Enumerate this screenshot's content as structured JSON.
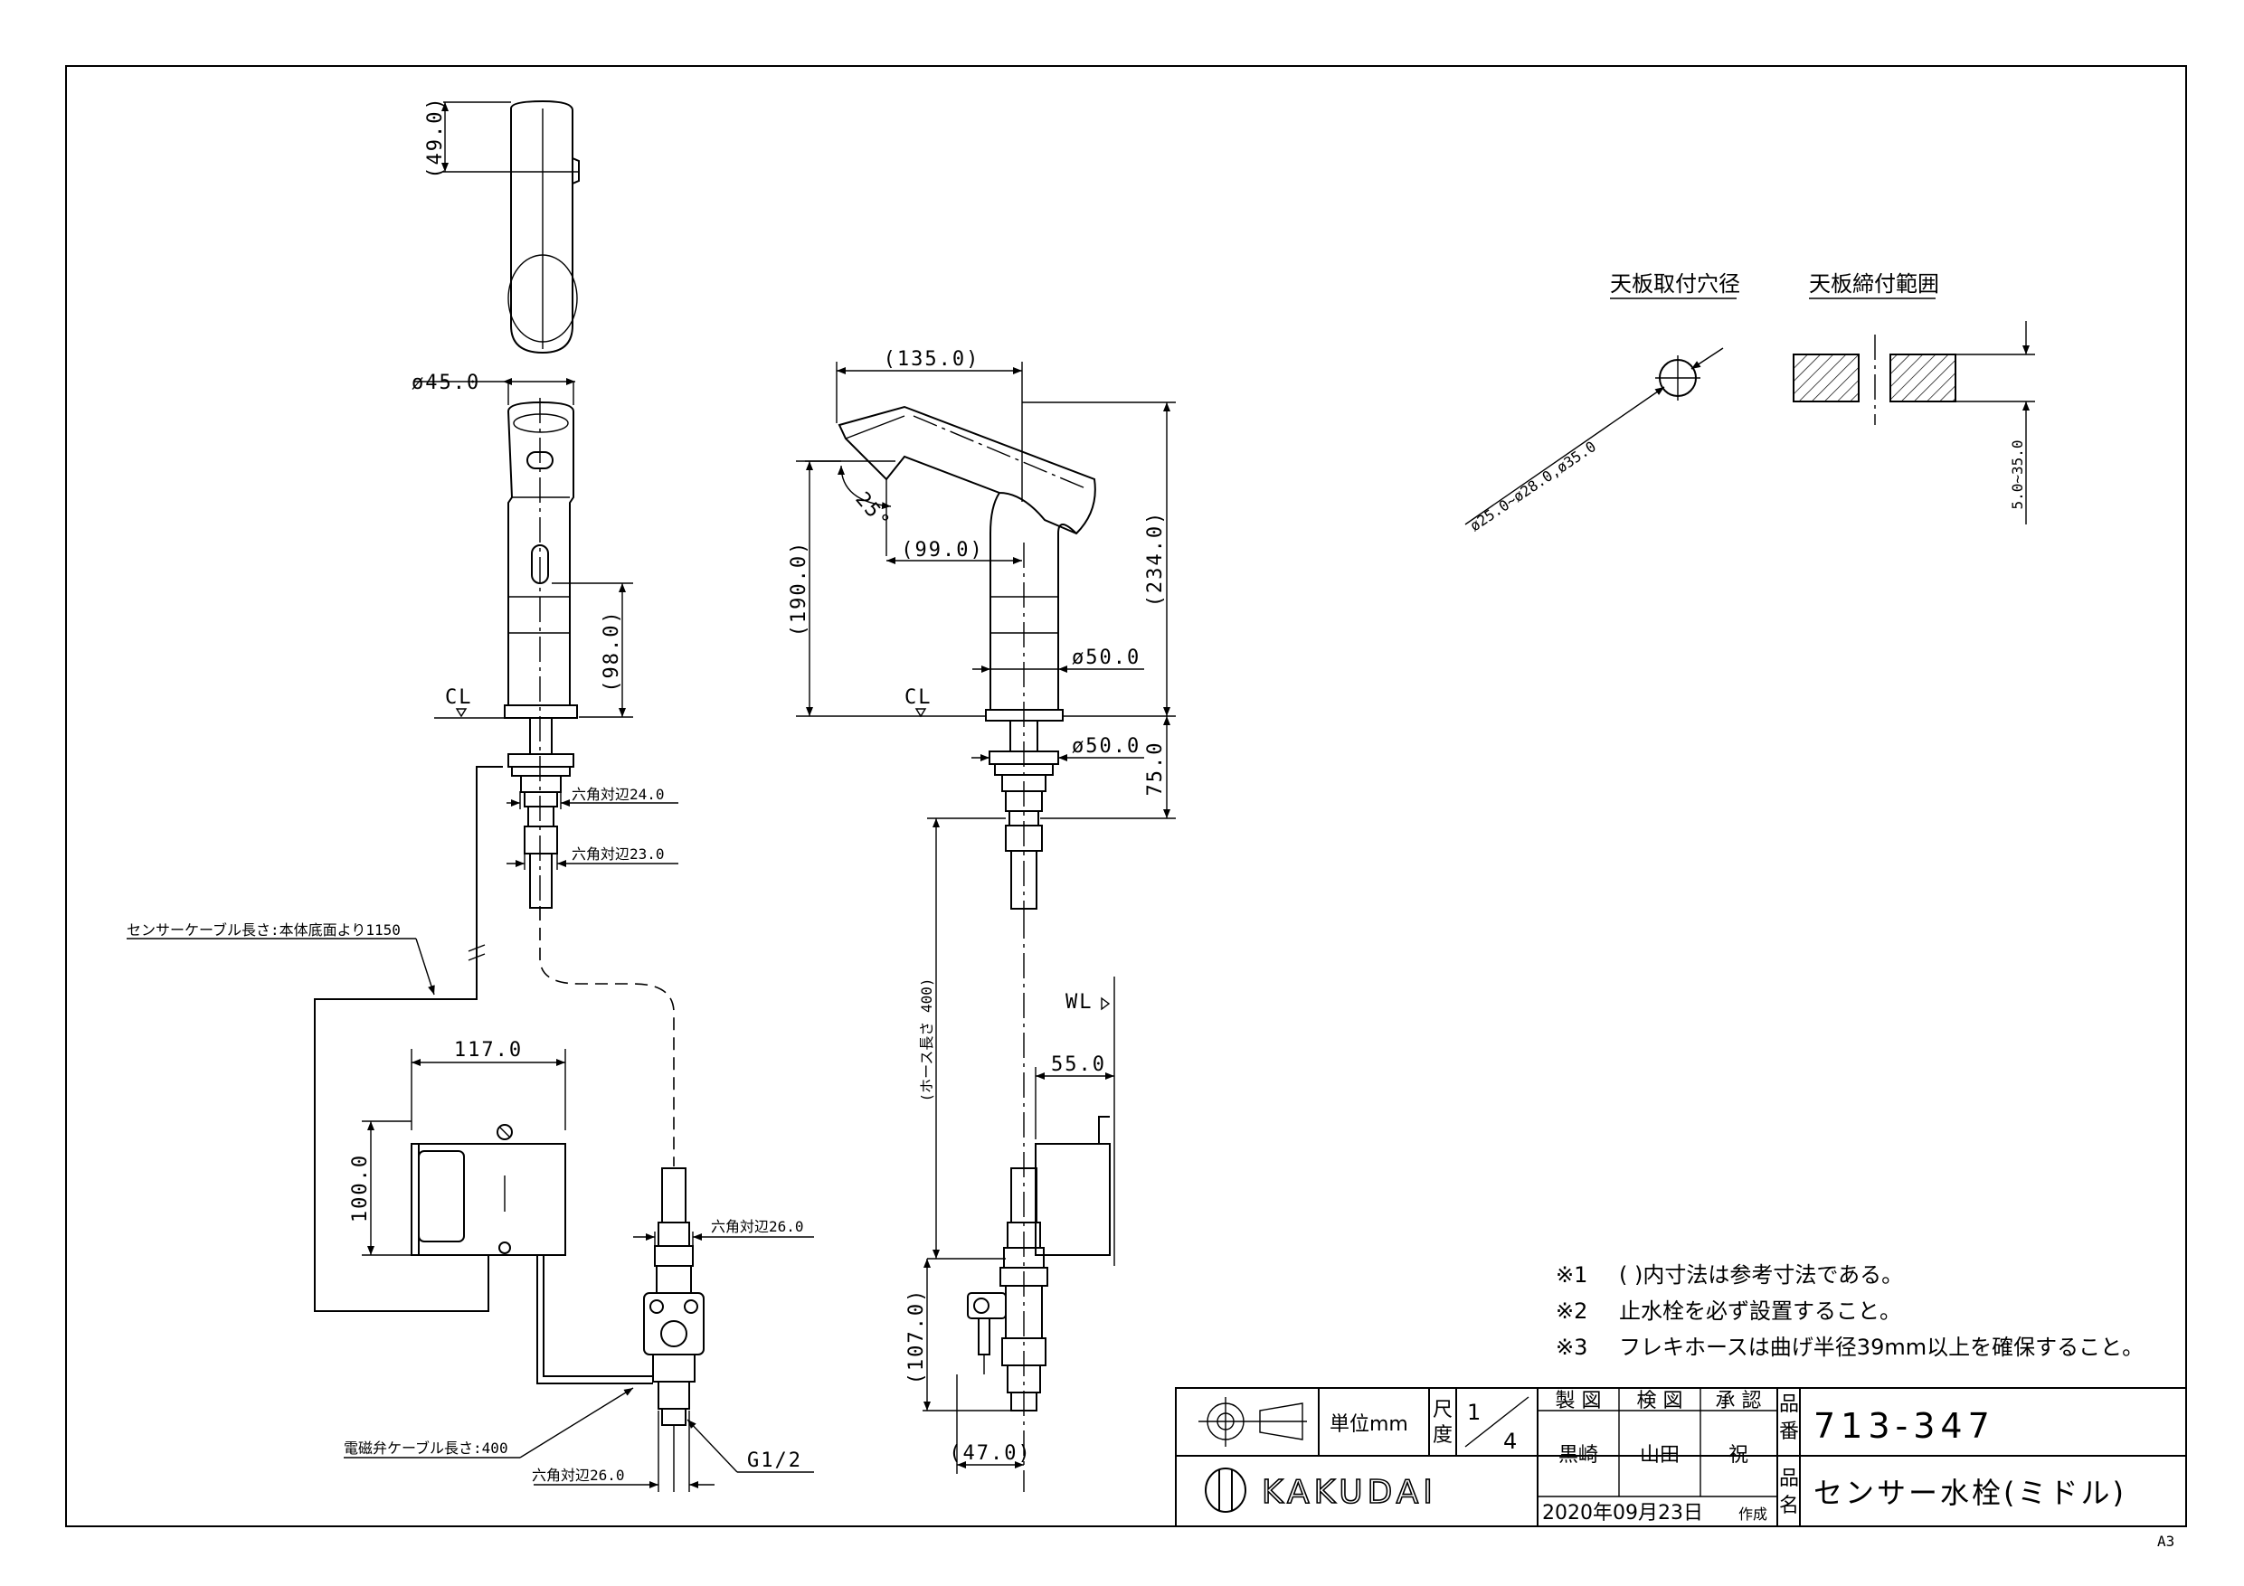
{
  "dimensions": {
    "d49": "(49.0)",
    "d45": "ø45.0",
    "d98": "(98.0)",
    "cl": "CL",
    "hex24": "六角対辺24.0",
    "hex23": "六角対辺23.0",
    "sensor_cable": "センサーケーブル長さ:本体底面より1150",
    "d117": "117.0",
    "d100": "100.0",
    "hex26a": "六角対辺26.0",
    "solenoid_cable": "電磁弁ケーブル長さ:400",
    "hex26b": "六角対辺26.0",
    "g12": "G1/2",
    "d135": "(135.0)",
    "d25deg": "25°",
    "d190": "(190.0)",
    "d99": "(99.0)",
    "d234": "(234.0)",
    "d50a": "ø50.0",
    "d50b": "ø50.0",
    "d75": "75.0",
    "hose": "(ホース長さ 400)",
    "wl": "WL",
    "d55": "55.0",
    "d107": "(107.0)",
    "d47": "(47.0)",
    "hole_title": "天板取付穴径",
    "hole_dims": "ø25.0~ø28.0,ø35.0",
    "clamp_title": "天板締付範囲",
    "clamp_dims": "5.0~35.0"
  },
  "notes": [
    {
      "mark": "※1",
      "text": "(  )内寸法は参考寸法である。"
    },
    {
      "mark": "※2",
      "text": "止水栓を必ず設置すること。"
    },
    {
      "mark": "※3",
      "text": "フレキホースは曲げ半径39mm以上を確保すること。"
    }
  ],
  "title_block": {
    "unit_label": "単位mm",
    "scale_label_1": "尺",
    "scale_label_2": "度",
    "scale_num": "1",
    "scale_den": "4",
    "drawn_label": "製 図",
    "checked_label": "検 図",
    "approved_label": "承 認",
    "drawn_by": "黒崎",
    "checked_by": "山田",
    "approved_by": "祝",
    "date": "2020年09月23日",
    "created_label": "作成",
    "part_no_label_1": "品",
    "part_no_label_2": "番",
    "part_no": "713-347",
    "part_name_label_1": "品",
    "part_name_label_2": "名",
    "part_name": "センサー水栓(ミドル)",
    "logo": "KAKUDAI",
    "sheet_size": "A3"
  }
}
